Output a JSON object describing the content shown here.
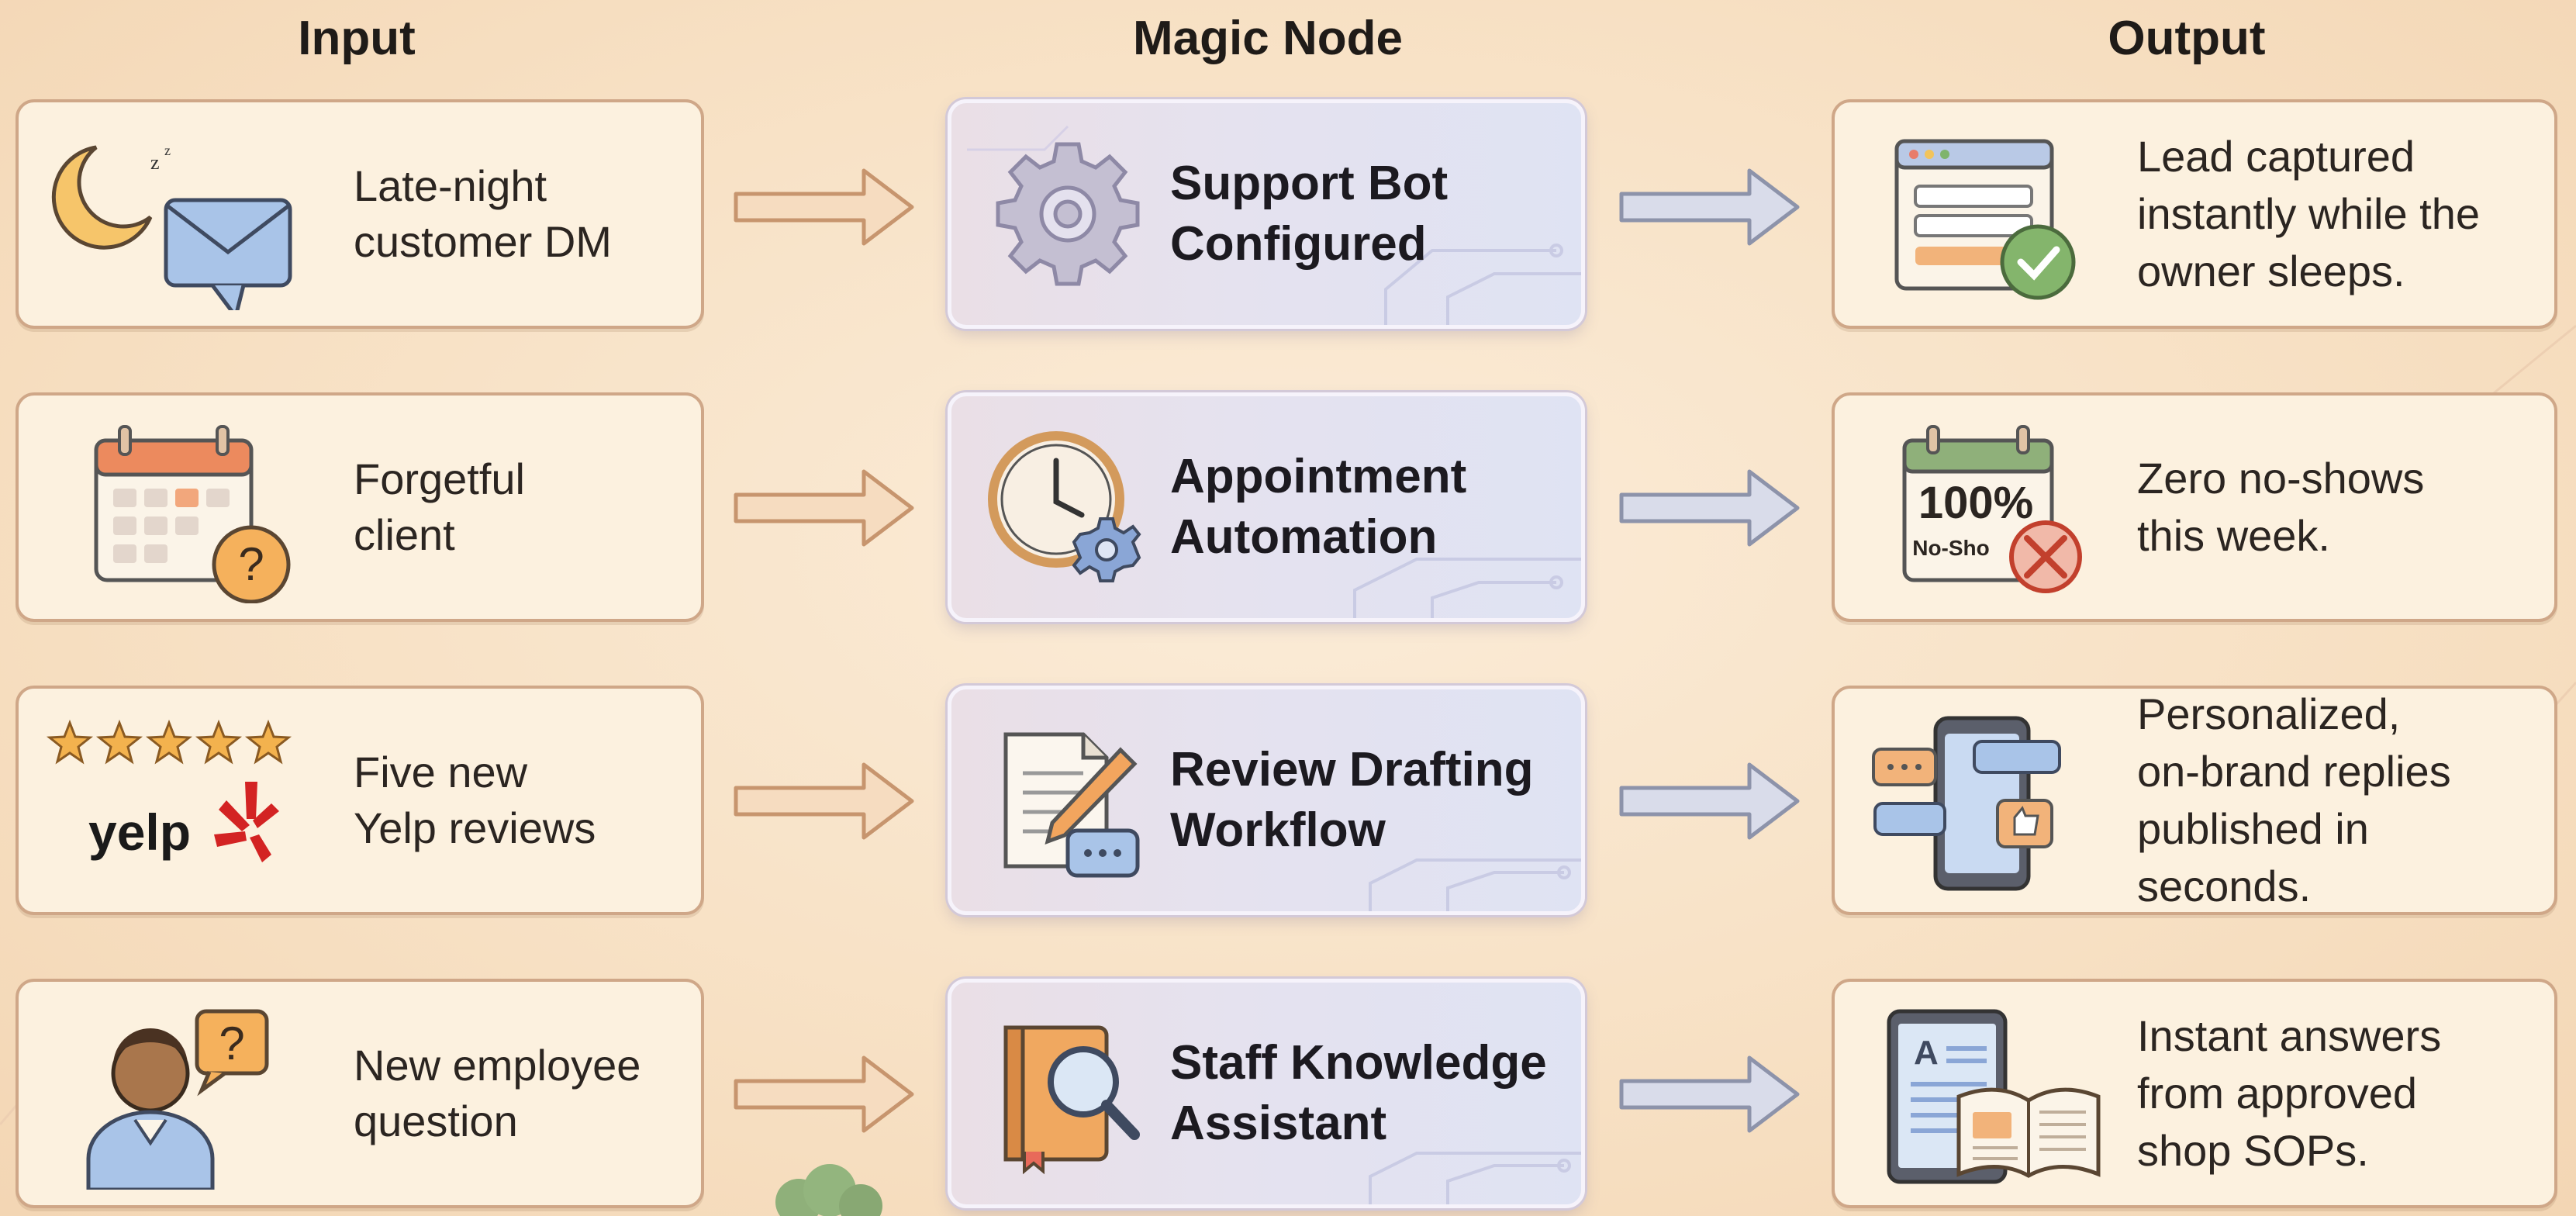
{
  "headers": {
    "input": "Input",
    "magic": "Magic Node",
    "output": "Output"
  },
  "rows": [
    {
      "input": {
        "line1": "Late-night",
        "line2": "customer DM",
        "icon": "moon-envelope-icon"
      },
      "magic": {
        "line1": "Support Bot",
        "line2": "Configured",
        "icon": "gear-icon"
      },
      "output": {
        "line1": "Lead captured",
        "line2": "instantly while the",
        "line3": "owner sleeps.",
        "icon": "form-check-icon"
      }
    },
    {
      "input": {
        "line1": "Forgetful",
        "line2": "client",
        "icon": "calendar-question-icon"
      },
      "magic": {
        "line1": "Appointment",
        "line2": "Automation",
        "icon": "clock-gear-icon"
      },
      "output": {
        "line1": "Zero no-shows",
        "line2": "this week.",
        "icon": "calendar-100-icon",
        "calendar_big": "100%",
        "calendar_small": "No-Sho"
      }
    },
    {
      "input": {
        "line1": "Five new",
        "line2": "Yelp reviews",
        "icon": "stars-yelp-icon",
        "logo_text": "yelp"
      },
      "magic": {
        "line1": "Review Drafting",
        "line2": "Workflow",
        "icon": "document-pen-icon"
      },
      "output": {
        "line1": "Personalized,",
        "line2": "on-brand replies",
        "line3": "published in seconds.",
        "icon": "phone-chat-icon"
      }
    },
    {
      "input": {
        "line1": "New employee",
        "line2": "question",
        "icon": "person-question-icon"
      },
      "magic": {
        "line1": "Staff Knowledge",
        "line2": "Assistant",
        "icon": "book-magnifier-icon"
      },
      "output": {
        "line1": "Instant answers",
        "line2": "from approved",
        "line3": "shop SOPs.",
        "icon": "tablet-book-icon",
        "tablet_letter": "A"
      }
    }
  ],
  "colors": {
    "card_bg": "#fcf1df",
    "card_border": "#cfa788",
    "arrow_in": "#f2c9a4",
    "arrow_out": "#c9cfe0",
    "accent_orange": "#f0a860",
    "accent_blue": "#a9c4e8"
  }
}
